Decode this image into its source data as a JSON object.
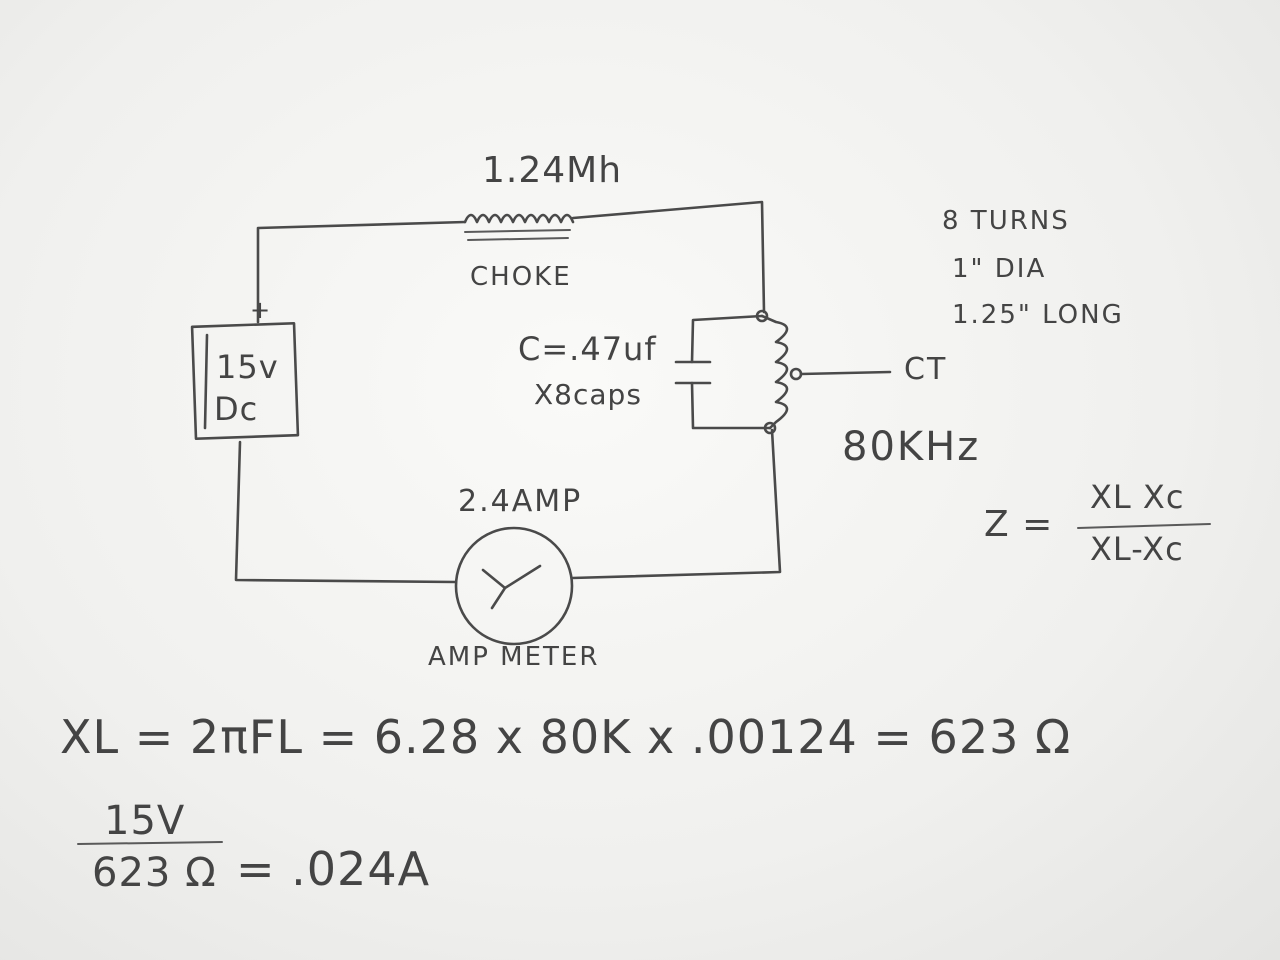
{
  "labels": {
    "inductance": "1.24Mh",
    "choke": "CHOKE",
    "supply_volts": "15v",
    "supply_type": "Dc",
    "plus": "+",
    "capacitance": "C=.47uf",
    "cap_count": "X8caps",
    "center_tap": "CT",
    "frequency": "80KHz",
    "coil_turns": "8 TURNS",
    "coil_diameter": "1\" DIA",
    "coil_length": "1.25\" LONG",
    "current": "2.4AMP",
    "meter": "AMP METER"
  },
  "formulas": {
    "z_lhs": "Z =",
    "z_num": "XL Xc",
    "z_den": "XL-Xc",
    "xl_line": "XL = 2πFL = 6.28 x 80K x .00124 = 623 Ω",
    "frac_num": "15V",
    "frac_den": "623 Ω",
    "result": "= .024A"
  },
  "colors": {
    "ink": "#444444",
    "paper": "#f7f7f5"
  }
}
